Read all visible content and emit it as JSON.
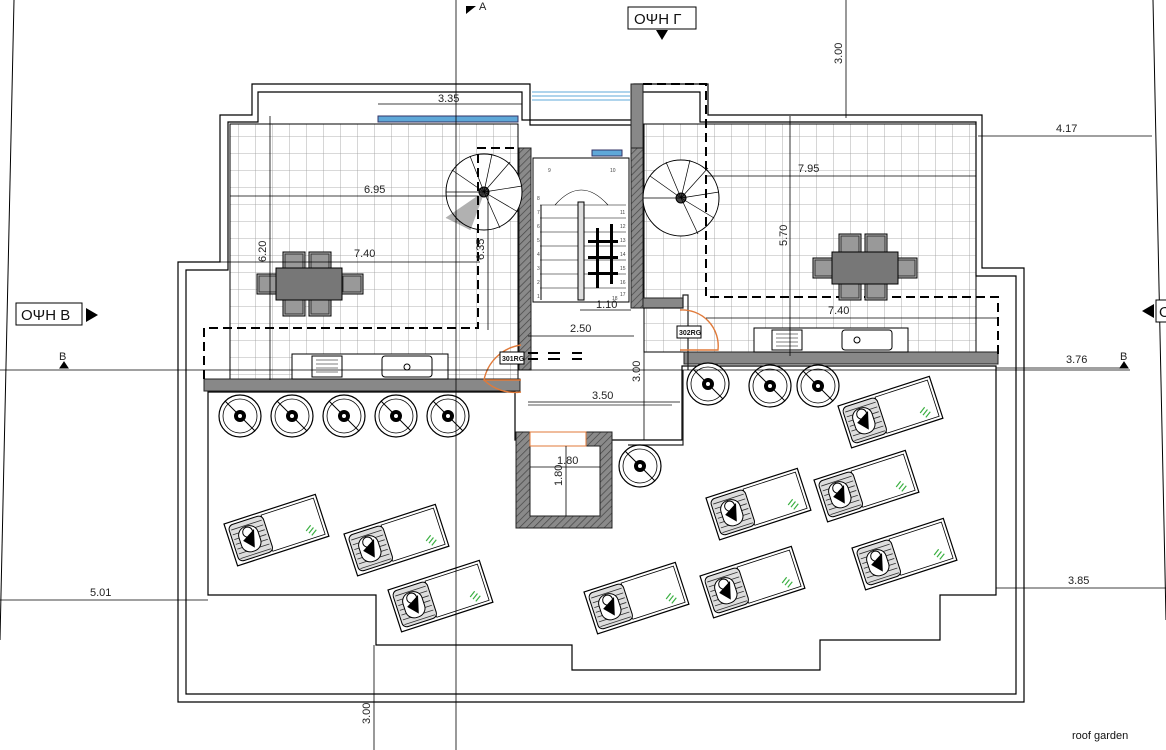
{
  "drawing": {
    "caption": "roof garden",
    "elevation_labels": {
      "g": "ΟΨΗ Γ",
      "b": "ΟΨΗ Β",
      "c_partial": "Ο"
    },
    "section_markers": {
      "a": "A",
      "b_left": "B",
      "b_right": "B"
    },
    "room_tags": {
      "r301": "301RG",
      "r302": "302RG"
    },
    "dimensions": {
      "d335": "3.35",
      "d695": "6.95",
      "d740_left": "7.40",
      "d620": "6.20",
      "d635": "6.35",
      "d795": "7.95",
      "d570": "5.70",
      "d417": "4.17",
      "d300_top": "3.00",
      "d740_right": "7.40",
      "d110": "1.10",
      "d250": "2.50",
      "d300_mid": "3.00",
      "d350": "3.50",
      "d376": "3.76",
      "d180_h": "1.80",
      "d180_v": "1.80",
      "d501": "5.01",
      "d385": "3.85",
      "d300_bottom": "3.00"
    },
    "stair_numbers": [
      "1",
      "2",
      "3",
      "4",
      "5",
      "6",
      "7",
      "8",
      "9",
      "10",
      "11",
      "12",
      "13",
      "14",
      "15",
      "16",
      "17",
      "18"
    ],
    "colors": {
      "wall": "#777777",
      "wall_dark": "#333333",
      "grid": "#9a9a9a",
      "glass": "#5fa8d8",
      "door": "#e07a3a",
      "tile_green": "#3cb043"
    }
  }
}
